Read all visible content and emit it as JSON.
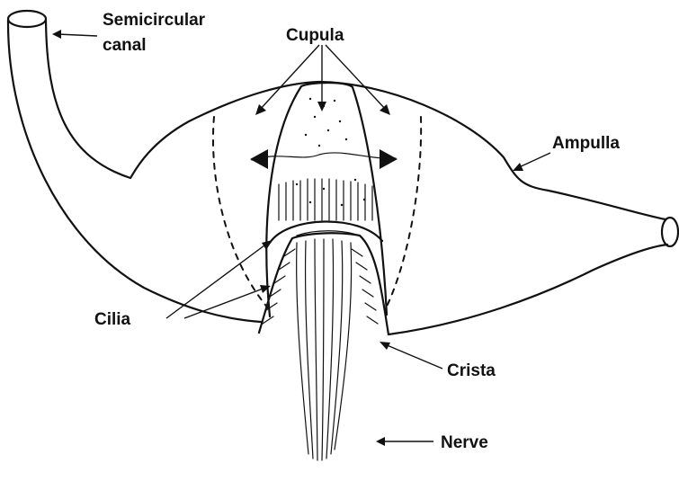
{
  "labels": {
    "semicircular_canal_line1": "Semicircular",
    "semicircular_canal_line2": "canal",
    "cupula": "Cupula",
    "ampulla": "Ampulla",
    "cilia": "Cilia",
    "crista": "Crista",
    "nerve": "Nerve"
  },
  "colors": {
    "ink": "#111111",
    "background": "#ffffff"
  }
}
